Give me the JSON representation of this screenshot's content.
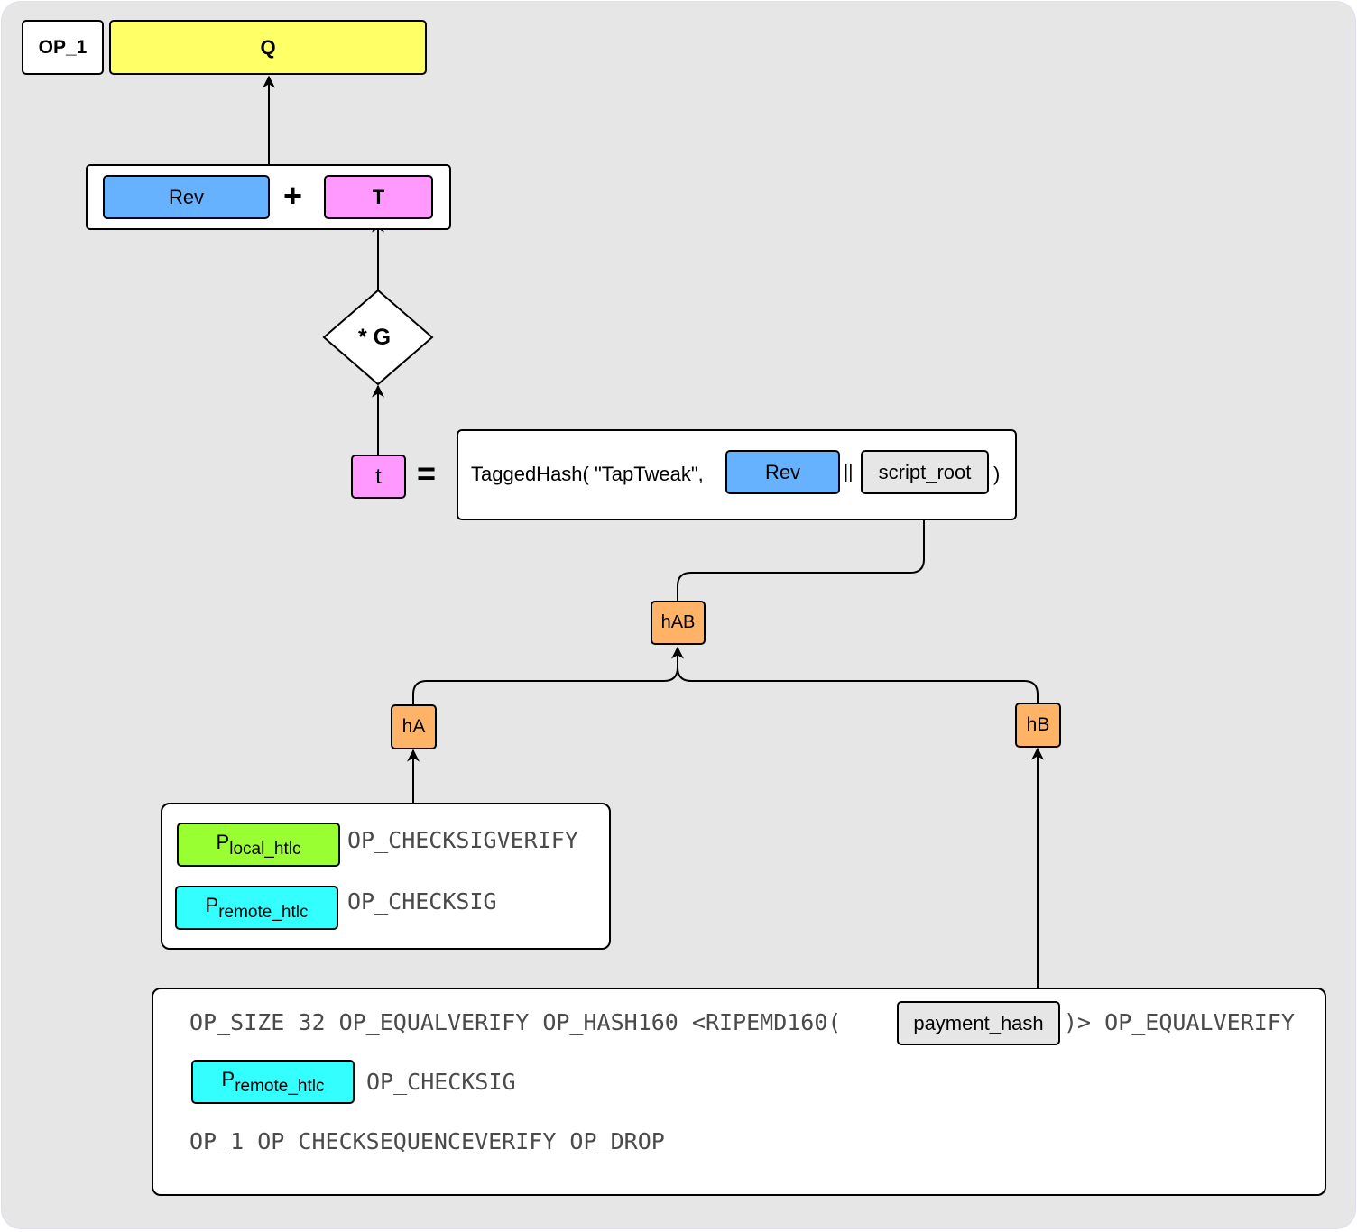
{
  "diagram": {
    "output": {
      "opcode": "OP_1",
      "key": "Q"
    },
    "sum": {
      "left": "Rev",
      "operator": "+",
      "right": "T"
    },
    "multiply": {
      "label": "* G"
    },
    "tweak": {
      "var": "t",
      "equals": "=",
      "prefix": "TaggedHash( \"TapTweak\",",
      "arg1": "Rev",
      "concat": "||",
      "arg2": "script_root",
      "suffix": ")"
    },
    "tree": {
      "root": "hAB",
      "left": "hA",
      "right": "hB"
    },
    "leaf_a": {
      "lines": [
        {
          "key_base": "P",
          "key_sub": "local_htlc",
          "op": "OP_CHECKSIGVERIFY"
        },
        {
          "key_base": "P",
          "key_sub": "remote_htlc",
          "op": "OP_CHECKSIG"
        }
      ]
    },
    "leaf_b": {
      "line1_prefix": "OP_SIZE 32 OP_EQUALVERIFY OP_HASH160 <RIPEMD160(",
      "line1_hash": "payment_hash",
      "line1_suffix": ")> OP_EQUALVERIFY",
      "line2_key_base": "P",
      "line2_key_sub": "remote_htlc",
      "line2_op": "OP_CHECKSIG",
      "line3": "OP_1 OP_CHECKSEQUENCEVERIFY OP_DROP"
    },
    "colors": {
      "q": "#ffff66",
      "rev": "#66b2ff",
      "tweak": "#ff99ff",
      "hash_node": "#ffb366",
      "local_key": "#99ff33",
      "remote_key": "#33ffff",
      "placeholder": "#e6e6e6"
    }
  }
}
